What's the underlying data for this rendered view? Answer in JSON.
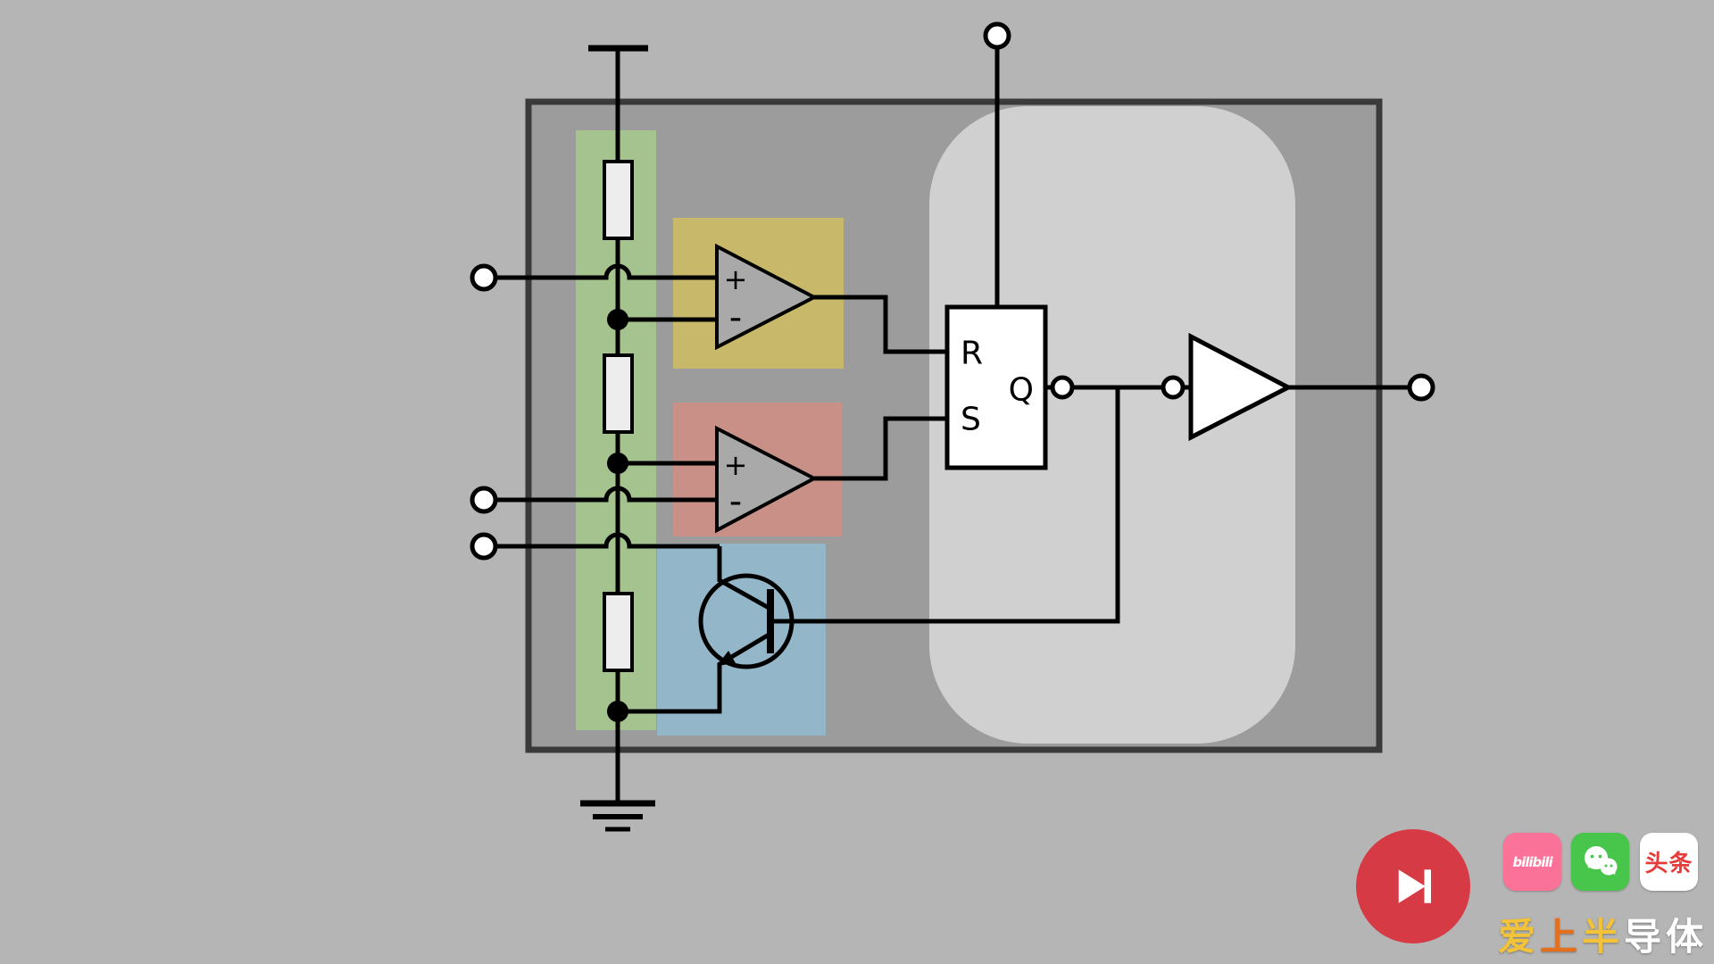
{
  "labels": {
    "flipflop_r": "R",
    "flipflop_s": "S",
    "flipflop_q": "Q",
    "comp1_plus": "+",
    "comp1_minus": "-",
    "comp2_plus": "+",
    "comp2_minus": "-"
  },
  "colors": {
    "background": "#b5b5b5",
    "ic_fill": "#9c9c9c",
    "ic_border": "#3a3a3a",
    "inner_panel": "#d0d0d0",
    "highlight_green": "#a5c38e",
    "highlight_yellow": "#c8b869",
    "highlight_red": "#c99088",
    "highlight_blue": "#93b7c9",
    "component_fill": "#ededed",
    "comparator_fill": "#a9a9a9",
    "wire": "#000000",
    "logo_red": "#d63a45",
    "bilibili_pink": "#fb7299",
    "wechat_green": "#48c64b",
    "toutiao_red": "#e63c3c"
  },
  "logos": {
    "bilibili_label": "bilibili",
    "toutiao_label": "头条"
  },
  "caption": {
    "chars": [
      {
        "text": "爱",
        "color": "#f2c238"
      },
      {
        "text": "上",
        "color": "#e4701e"
      },
      {
        "text": "半",
        "color": "#f2c238"
      },
      {
        "text": "导",
        "color": "#ffffff"
      },
      {
        "text": "体",
        "color": "#ffffff"
      }
    ]
  }
}
